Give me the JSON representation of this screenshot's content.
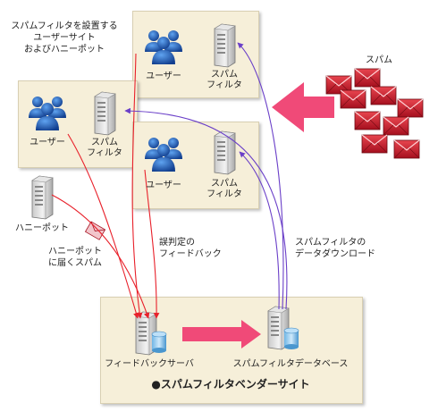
{
  "labels": {
    "intro_line1": "スパムフィルタを設置する",
    "intro_line2": "ユーザーサイト",
    "intro_line3": "およびハニーポット",
    "spam": "スパム",
    "user": "ユーザー",
    "filter_line1": "スパム",
    "filter_line2": "フィルタ",
    "honeypot": "ハニーポット",
    "honeypot_spam_line1": "ハニーポット",
    "honeypot_spam_line2": "に届くスパム",
    "misjudge_line1": "誤判定の",
    "misjudge_line2": "フィードバック",
    "download_line1": "スパムフィルタの",
    "download_line2": "データダウンロード",
    "feedback_server": "フィードバックサーバ",
    "filter_db": "スパムフィルタデータベース",
    "vendor_site": "●スパムフィルタベンダーサイト"
  },
  "colors": {
    "panel_bg": "#f6efd9",
    "feedback_arrow": "#e8202a",
    "download_arrow": "#6a3fc8",
    "spam_arrow": "#f04a78",
    "user_icon": "#1f5fbf",
    "envelope": "#c8182a"
  }
}
